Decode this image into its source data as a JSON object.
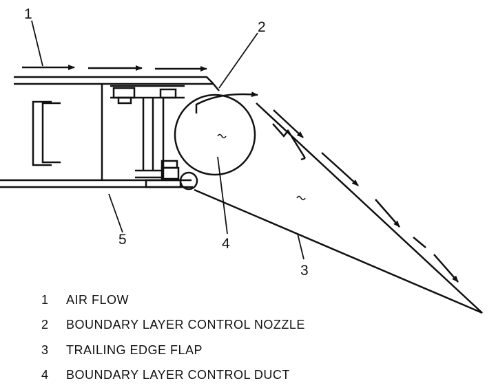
{
  "callouts": {
    "c1": "1",
    "c2": "2",
    "c3": "3",
    "c4": "4",
    "c5": "5"
  },
  "legend": [
    {
      "number": "1",
      "label": "AIR FLOW"
    },
    {
      "number": "2",
      "label": "BOUNDARY LAYER CONTROL NOZZLE"
    },
    {
      "number": "3",
      "label": "TRAILING EDGE FLAP"
    },
    {
      "number": "4",
      "label": "BOUNDARY LAYER CONTROL DUCT"
    }
  ]
}
